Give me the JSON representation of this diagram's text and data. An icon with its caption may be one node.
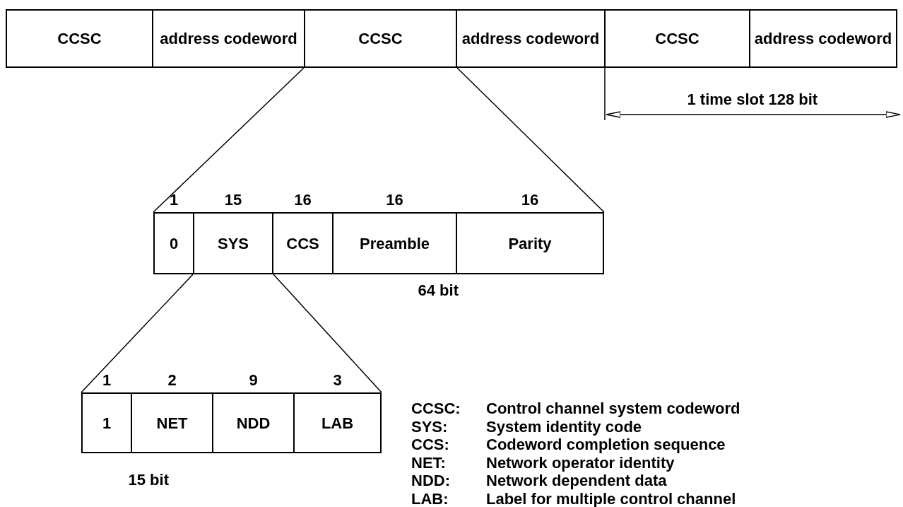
{
  "diagram": {
    "nodes": [
      {
        "text": [
          "CCSC"
        ]
      },
      {
        "text": [
          "address codeword"
        ]
      },
      {
        "text": [
          "CCSC"
        ]
      },
      {
        "text": [
          "address codeword"
        ]
      },
      {
        "text": [
          "CCSC"
        ]
      },
      {
        "text": [
          "address codeword"
        ]
      },
      {
        "text": [
          "0"
        ],
        "beside": [
          "1"
        ]
      },
      {
        "text": [
          "SYS"
        ],
        "beside": [
          "15"
        ]
      },
      {
        "text": [
          "CCS"
        ],
        "beside": [
          "16"
        ]
      },
      {
        "text": [
          "Preamble"
        ],
        "beside": [
          "16"
        ]
      },
      {
        "text": [
          "Parity"
        ],
        "beside": [
          "16"
        ]
      },
      {
        "text": [
          "1"
        ],
        "beside": [
          "1"
        ]
      },
      {
        "text": [
          "NET"
        ],
        "beside": [
          "2"
        ]
      },
      {
        "text": [
          "NDD"
        ],
        "beside": [
          "9"
        ]
      },
      {
        "text": [
          "LAB"
        ],
        "beside": [
          "3"
        ]
      }
    ],
    "edges": [
      {
        "from": 2,
        "to": 6,
        "arrow": "none"
      },
      {
        "from": 2,
        "to": 10,
        "arrow": "none"
      },
      {
        "from": 7,
        "to": 11,
        "arrow": "none"
      },
      {
        "from": 7,
        "to": 14,
        "arrow": "none"
      }
    ],
    "labels": [
      "1 time slot 128 bit",
      "64 bit",
      "15 bit",
      "CCSC:",
      "Control channel system codeword",
      "SYS:",
      "System identity code",
      "CCS:",
      "Codeword completion sequence",
      "NET:",
      "Network operator identity",
      "NDD:",
      "Network dependent data",
      "LAB:",
      "Label for multiple control channel"
    ]
  }
}
